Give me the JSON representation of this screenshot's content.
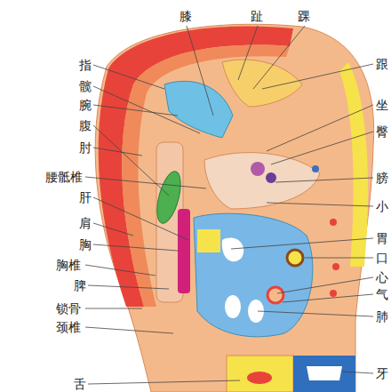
{
  "diagram": {
    "labels": [
      "指",
      "髋",
      "腕",
      "腹",
      "肘",
      "腰骶椎",
      "肝",
      "肩",
      "胸",
      "胸椎",
      "脾",
      "锁骨",
      "颈椎",
      "舌",
      "膝",
      "趾",
      "踝",
      "跟",
      "坐",
      "臀",
      "膀",
      "小",
      "胃",
      "口",
      "心",
      "气",
      "肺",
      "牙"
    ]
  }
}
